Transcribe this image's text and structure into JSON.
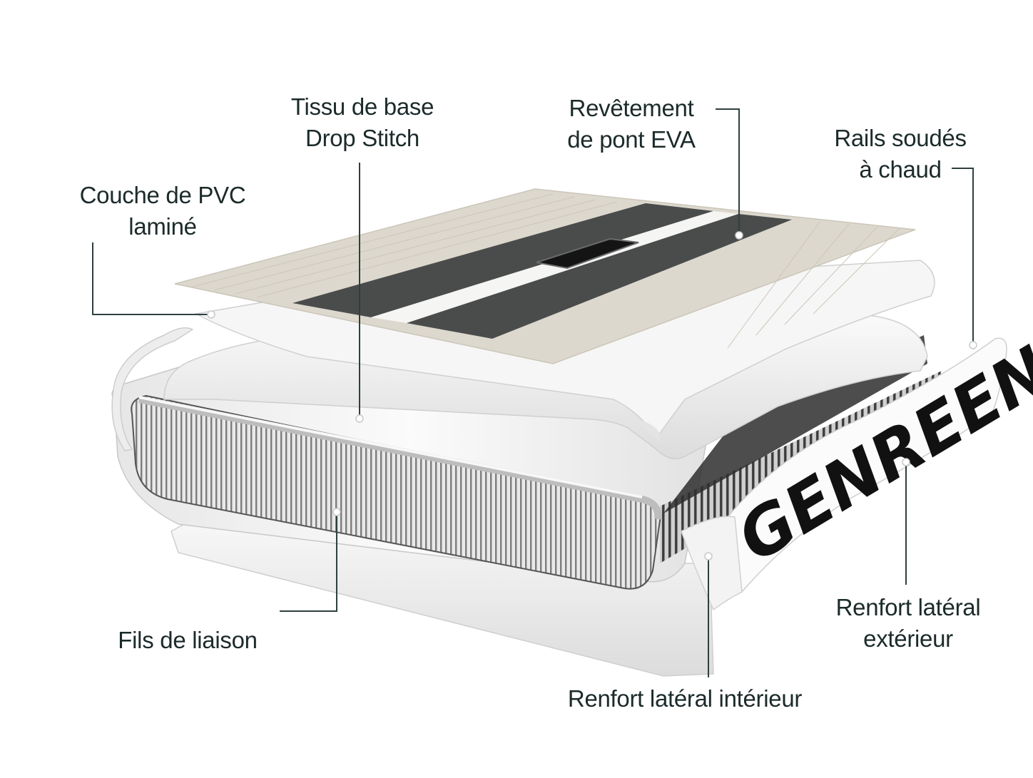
{
  "labels": {
    "tissu": [
      "Tissu de base",
      "Drop Stitch"
    ],
    "revetement": [
      "Revêtement",
      "de pont EVA"
    ],
    "rails": [
      "Rails soudés",
      "à chaud"
    ],
    "pvc": [
      "Couche de PVC",
      "laminé"
    ],
    "fils": "Fils de liaison",
    "renfort_ext": [
      "Renfort latéral",
      "extérieur"
    ],
    "renfort_int": "Renfort latéral intérieur"
  },
  "brand": "GENREEN",
  "colors": {
    "deck_tan": "#ddd8ce",
    "deck_dark": "#4a4c4c",
    "deck_white": "#f5f5f3",
    "pvc_white": "#f1f1f1",
    "stitch_grey": "#8c8c8c",
    "text": "#1c2a2a"
  }
}
